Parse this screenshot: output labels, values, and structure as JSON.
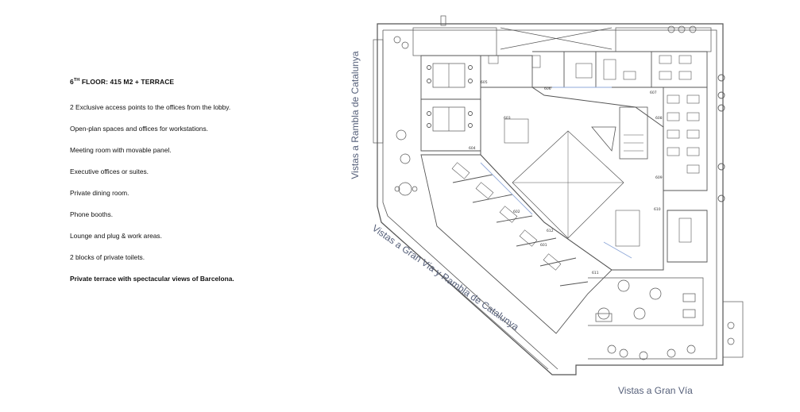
{
  "panel": {
    "title_prefix": "6",
    "title_sup": "TH",
    "title_rest": " FLOOR: 415 M2 + TERRACE",
    "features": [
      {
        "text": "2 Exclusive access points to the offices from the lobby.",
        "bold": false
      },
      {
        "text": "Open-plan spaces and offices for workstations.",
        "bold": false
      },
      {
        "text": "Meeting room with movable panel.",
        "bold": false
      },
      {
        "text": "Executive offices or suites.",
        "bold": false
      },
      {
        "text": "Private dining room.",
        "bold": false
      },
      {
        "text": "Phone booths.",
        "bold": false
      },
      {
        "text": "Lounge and plug & work areas.",
        "bold": false
      },
      {
        "text": "2 blocks of private toilets.",
        "bold": false
      },
      {
        "text": "Private terrace with spectacular views of Barcelona.",
        "bold": true
      }
    ]
  },
  "views": {
    "rambla": "Vistas a Rambla de Catalunya",
    "granvia_rambla": "Vistas a Gran Vía y Rambla de Catalunya",
    "granvia": "Vistas a Gran Vía"
  },
  "room_codes": [
    "605",
    "604",
    "606",
    "607",
    "608",
    "609",
    "610",
    "611",
    "612",
    "601",
    "602",
    "603"
  ],
  "colors": {
    "line": "#555555",
    "label": "#56607a",
    "glass": "#8fa8d8"
  }
}
